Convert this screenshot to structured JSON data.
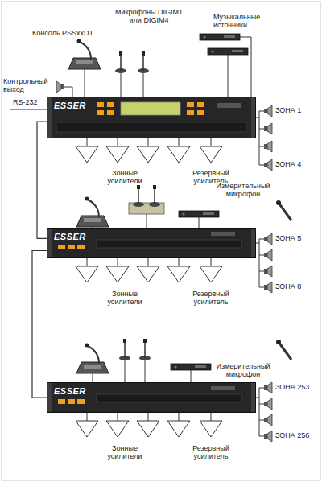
{
  "diagram": {
    "nodes": [
      {
        "text": [
          "ESSER"
        ]
      },
      {
        "text": [
          "ESSER"
        ]
      },
      {
        "text": [
          "ESSER"
        ]
      }
    ],
    "edges": [
      {
        "from": 0,
        "to": 1,
        "arrow": "none"
      },
      {
        "from": 1,
        "to": 2,
        "arrow": "none"
      }
    ],
    "labels": [
      "Консоль PSSxxDT",
      "Микрофоны DIGIM1 или DIGIM4",
      "Музыкальные источники",
      "Контрольный выход",
      "RS-232",
      "ЗОНА 1",
      "ЗОНА 4",
      "Зонные усилители",
      "Резервный усилитель",
      "Измерительный микрофон",
      "ЗОНА 5",
      "ЗОНА 8",
      "Зонные усилители",
      "Резервный усилитель",
      "Измерительный микрофон",
      "ЗОНА 253",
      "ЗОНА 256",
      "Зонные усилители",
      "Резервный усилитель"
    ]
  }
}
